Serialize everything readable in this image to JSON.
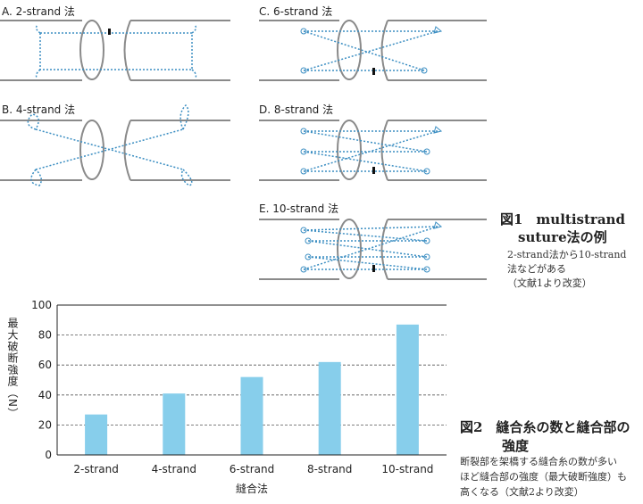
{
  "panels": {
    "a": "A. 2-strand 法",
    "b": "B. 4-strand 法",
    "c": "C. 6-strand 法",
    "d": "D. 8-strand 法",
    "e": "E. 10-strand 法"
  },
  "fig1": {
    "title_line1": "図1　multistrand",
    "title_line2": "suture法の例",
    "note_line1": "2-strand法から10-strand",
    "note_line2": "法などがある",
    "note_line3": "（文献1より改変）"
  },
  "fig2": {
    "title_line1": "図2　縫合糸の数と縫合部の",
    "title_line2": "強度",
    "note_line1": "断裂部を架橋する縫合糸の数が多い",
    "note_line2": "ほど縫合部の強度（最大破断強度）も",
    "note_line3": "高くなる（文献2より改変）"
  },
  "chart_data": {
    "type": "bar",
    "categories": [
      "2-strand",
      "4-strand",
      "6-strand",
      "8-strand",
      "10-strand"
    ],
    "values": [
      27,
      41,
      52,
      62,
      87
    ],
    "xlabel": "縫合法",
    "ylabel": "最大破断強度（N）",
    "ylim": [
      0,
      100
    ],
    "yticks": [
      0,
      20,
      40,
      60,
      80,
      100
    ],
    "grid": true,
    "bar_color": "#87CEEB"
  },
  "colors": {
    "tendon_outline": "#8a8a8a",
    "suture": "#3b8ec2",
    "bar": "#87CEEB"
  }
}
